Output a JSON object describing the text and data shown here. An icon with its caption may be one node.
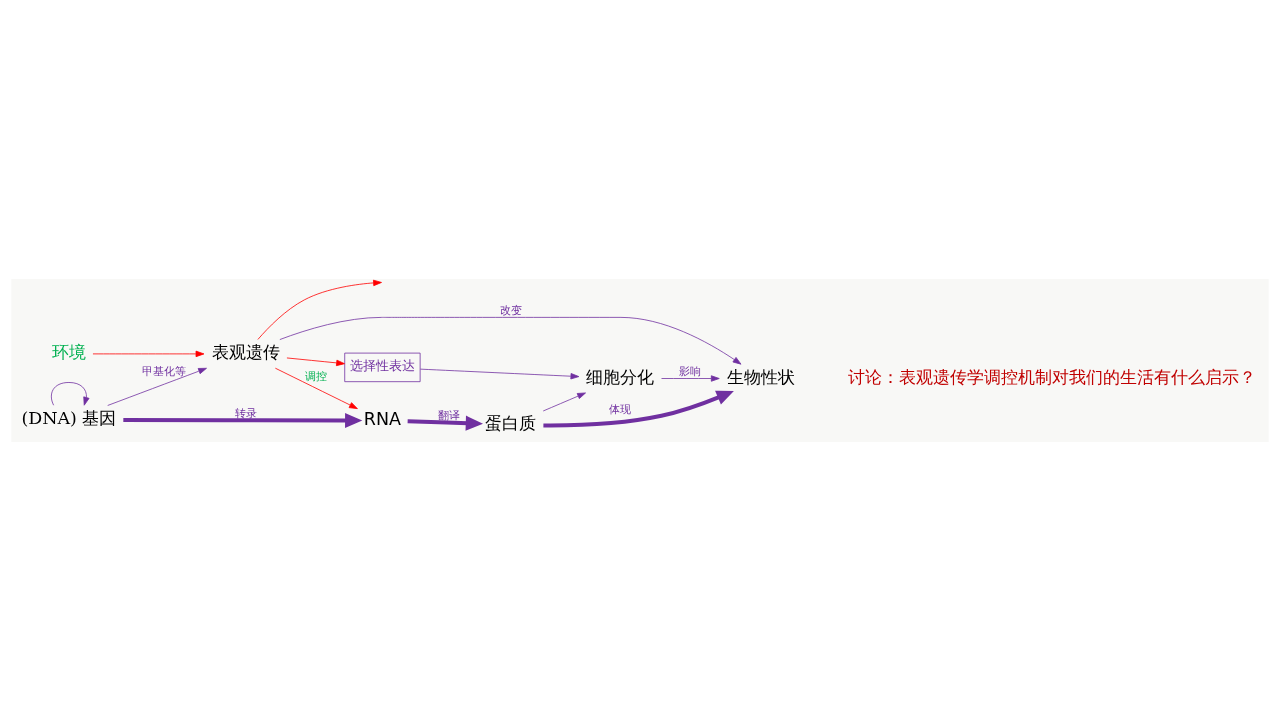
{
  "diagram": {
    "nodes": [
      {
        "text": [
          "环境"
        ]
      },
      {
        "text": [
          "表观遗传"
        ]
      },
      {
        "text": [
          "(DNA) 基因"
        ]
      },
      {
        "text": [
          "RNA"
        ]
      },
      {
        "text": [
          "蛋白质"
        ]
      },
      {
        "text": [
          "生物性状"
        ]
      },
      {
        "text": [
          "选择性表达"
        ]
      },
      {
        "text": [
          "细胞分化"
        ]
      }
    ],
    "edges": [
      {
        "from": 0,
        "to": 1,
        "arrow": "to",
        "color": "#ff0000"
      },
      {
        "from": 2,
        "to": 2,
        "arrow": "to"
      },
      {
        "from": 2,
        "to": 1,
        "arrow": "to",
        "label": "甲基化等"
      },
      {
        "from": 2,
        "to": 3,
        "arrow": "to",
        "label": "转录",
        "style": "thick"
      },
      {
        "from": 3,
        "to": 4,
        "arrow": "to",
        "label": "翻译",
        "style": "thick"
      },
      {
        "from": 4,
        "to": 5,
        "arrow": "to",
        "label": "体现",
        "style": "thick"
      },
      {
        "from": 1,
        "to": 5,
        "arrow": "to",
        "label": "改变"
      },
      {
        "from": 1,
        "to": 3,
        "arrow": "to",
        "label": "调控",
        "color": "#ff0000"
      },
      {
        "from": 1,
        "to": 6,
        "arrow": "to",
        "color": "#ff0000"
      },
      {
        "from": 1,
        "to": null,
        "arrow": "to",
        "color": "#ff0000"
      },
      {
        "from": 6,
        "to": 7,
        "arrow": "to"
      },
      {
        "from": 4,
        "to": 7,
        "arrow": "to"
      },
      {
        "from": 7,
        "to": 5,
        "arrow": "to",
        "label": "影响"
      }
    ],
    "labels": [
      "讨论：表观遗传学调控机制对我们的生活有什么启示？"
    ]
  }
}
